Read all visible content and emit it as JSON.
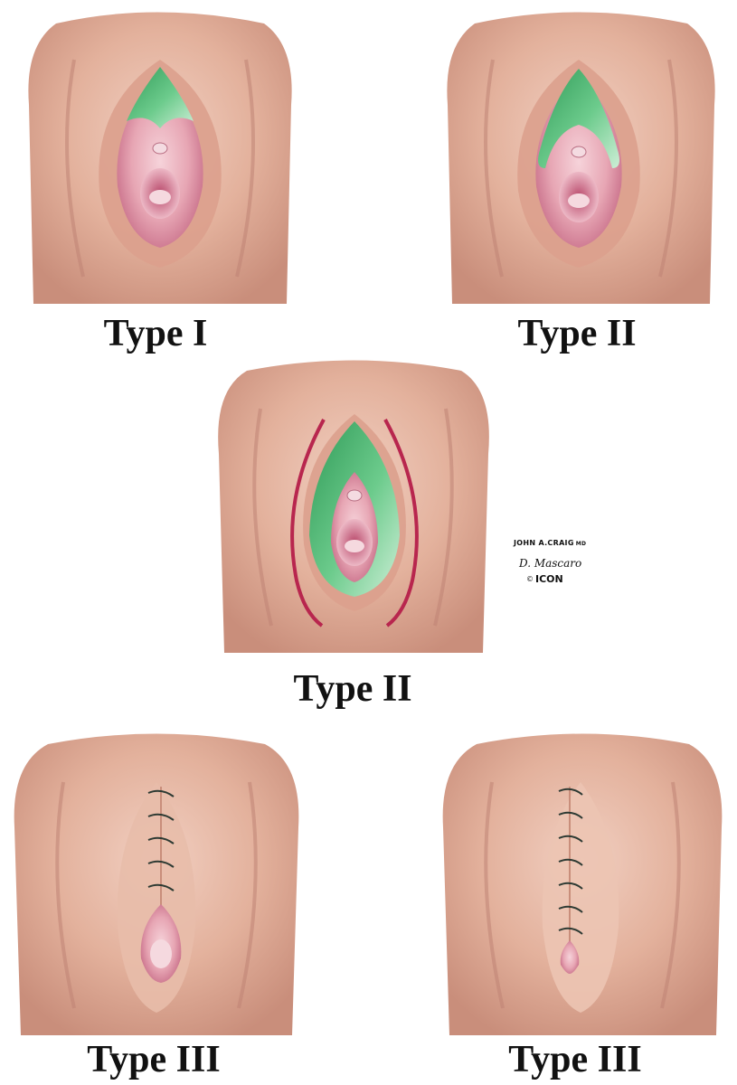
{
  "figure": {
    "captions": {
      "top_left": "Type I",
      "top_right": "Type II",
      "middle": "Type II",
      "bottom_left": "Type III",
      "bottom_right": "Type III"
    },
    "signature": {
      "name": "JOHN A.CRAIG",
      "name_suffix": "MD",
      "artist": "D. Mascaro",
      "copyright": "©",
      "logo": "ICON"
    },
    "colors": {
      "skin": "#e3b19c",
      "skin_dark": "#c98e7b",
      "mucosa": "#e7a6b4",
      "excised_tissue": "#58b779",
      "incision": "#b8264e",
      "suture": "#2d3a33"
    }
  }
}
